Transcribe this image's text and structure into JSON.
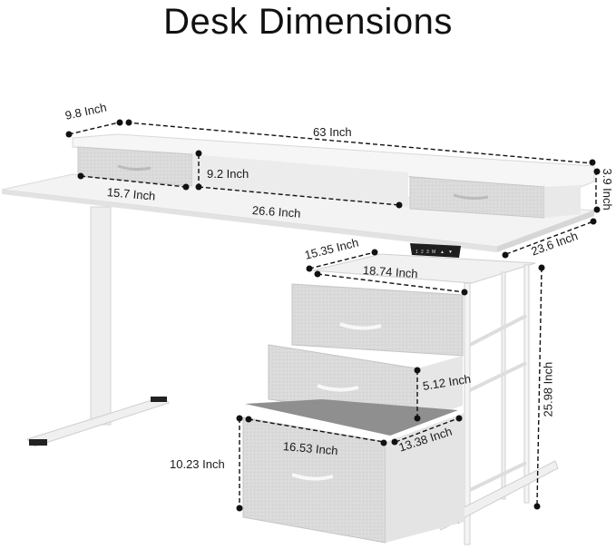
{
  "title": "Desk Dimensions",
  "dimensions": {
    "hutch_depth": "9.8 Inch",
    "overall_width": "63 Inch",
    "hutch_height": "3.9 Inch",
    "drawer_shelf_width": "15.7 Inch",
    "open_shelf_height": "9.2 Inch",
    "open_shelf_width": "26.6 Inch",
    "desk_depth": "23.6 Inch",
    "cabinet_depth": "15.35 Inch",
    "cabinet_width": "18.74 Inch",
    "cabinet_height": "25.98 Inch",
    "middle_drawer_height": "5.12 Inch",
    "bottom_drawer_width": "16.53 Inch",
    "bottom_drawer_depth": "13.38 Inch",
    "bottom_drawer_height": "10.23 Inch"
  },
  "control_panel": {
    "buttons": [
      "1",
      "2",
      "3",
      "M",
      "▲",
      "▼"
    ]
  },
  "colors": {
    "desk_top": "#f2f2f2",
    "desk_edge": "#dcdcdc",
    "drawer_fabric": "#d9d9d9",
    "frame": "#ededed",
    "dimension_line": "#111111",
    "control_panel": "#1e1e1e"
  }
}
